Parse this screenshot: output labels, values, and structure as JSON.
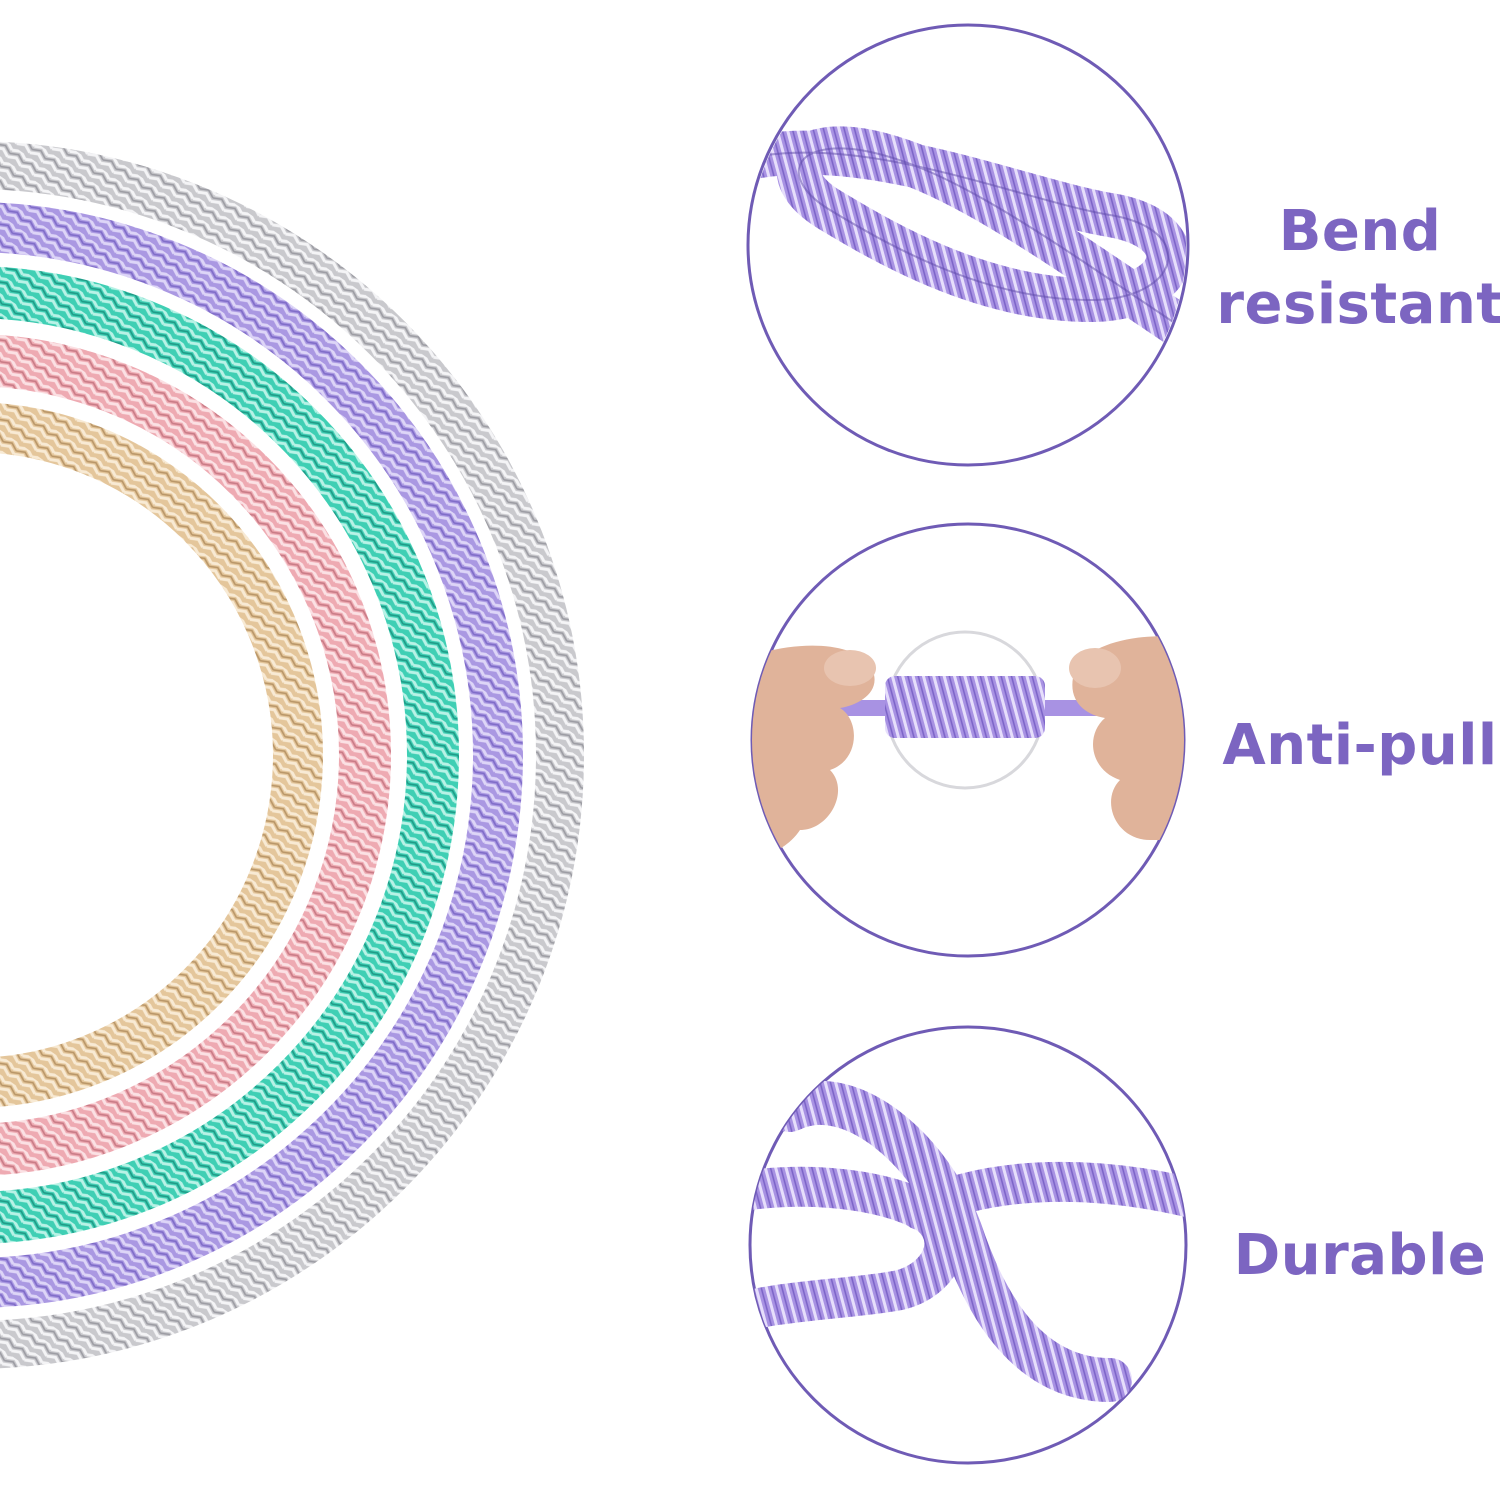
{
  "colors": {
    "accent": "#7c65c1",
    "background": "#ffffff",
    "cable_silver": "#c8c8cc",
    "cable_purple": "#b3a3e6",
    "cable_teal": "#4fd6bd",
    "cable_pink": "#eeb0b7",
    "cable_gold": "#e5c9a0"
  },
  "cables": [
    "silver",
    "purple",
    "teal",
    "pink",
    "gold"
  ],
  "features": [
    {
      "title_line1": "Bend",
      "title_line2": "resistant",
      "icon": "knotted-cable-icon"
    },
    {
      "title_line1": "Anti-pull",
      "icon": "pulled-cable-icon"
    },
    {
      "title_line1": "Durable",
      "icon": "linked-cables-icon"
    }
  ]
}
